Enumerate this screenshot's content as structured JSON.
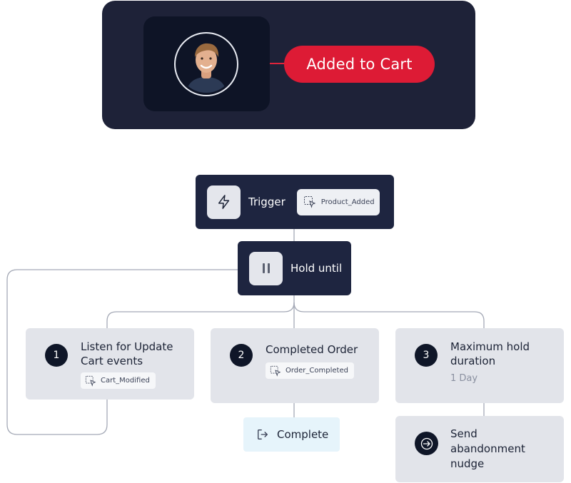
{
  "hero": {
    "event_label": "Added to Cart"
  },
  "trigger": {
    "label": "Trigger",
    "event": "Product_Added",
    "icon": "lightning-icon"
  },
  "hold": {
    "label": "Hold until",
    "icon": "pause-icon"
  },
  "branches": [
    {
      "number": "1",
      "title_line1": "Listen for Update",
      "title_line2": "Cart events",
      "event": "Cart_Modified"
    },
    {
      "number": "2",
      "title_line1": "Completed Order",
      "event": "Order_Completed"
    },
    {
      "number": "3",
      "title_line1": "Maximum hold",
      "title_line2": "duration",
      "subtitle": "1 Day"
    }
  ],
  "complete": {
    "label": "Complete",
    "icon": "exit-icon"
  },
  "nudge": {
    "line1": "Send",
    "line2": "abandonment",
    "line3": "nudge",
    "icon": "arrow-right-circle-icon"
  },
  "colors": {
    "hero_bg": "#1e2238",
    "pill_red": "#dd1b35",
    "node_dark": "#1e2540",
    "card_light": "#e2e4ea",
    "complete_bg": "#e6f4fb",
    "connector": "#a4a9b6"
  }
}
